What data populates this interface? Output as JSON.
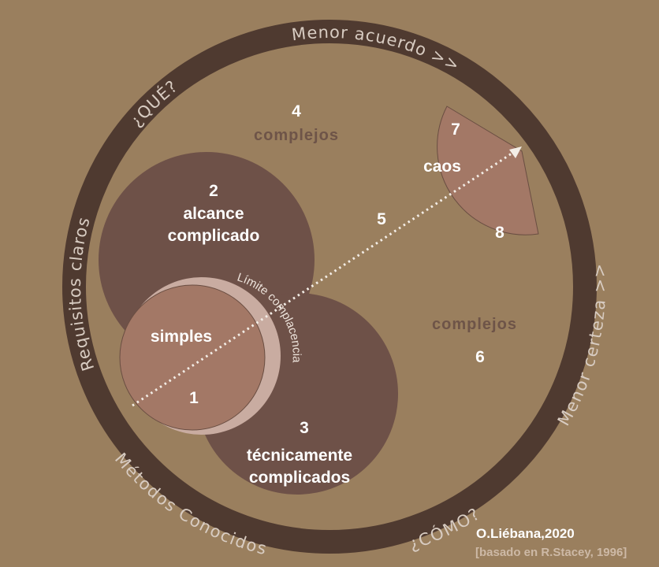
{
  "ring": {
    "top_right": "Menor acuerdo >>",
    "top_left": "¿QUÉ?",
    "left": "Requisitos claros",
    "bottom_left": "Métodos Conocidos",
    "bottom_right": "¿CÓMO?",
    "right": "Menor certeza >>"
  },
  "zones": {
    "z1": {
      "num": "1",
      "label": "simples"
    },
    "z2": {
      "num": "2",
      "label1": "alcance",
      "label2": "complicado"
    },
    "z3": {
      "num": "3",
      "label1": "técnicamente",
      "label2": "complicados"
    },
    "z4": {
      "num": "4",
      "label": "complejos"
    },
    "z5": {
      "num": "5"
    },
    "z6": {
      "num": "6",
      "label": "complejos"
    },
    "z7": {
      "num": "7",
      "label": "caos"
    },
    "z8": {
      "num": "8"
    }
  },
  "boundary_label": "Límite complacencia",
  "credit": {
    "author": "O.Liébana,2020",
    "source": "[basado en R.Stacey, 1996]"
  },
  "colors": {
    "background": "#9a7f5e",
    "ring": "#4f3a30",
    "circle": "#6e5148",
    "simple": "#a37866",
    "crescent": "#c9aca1"
  }
}
